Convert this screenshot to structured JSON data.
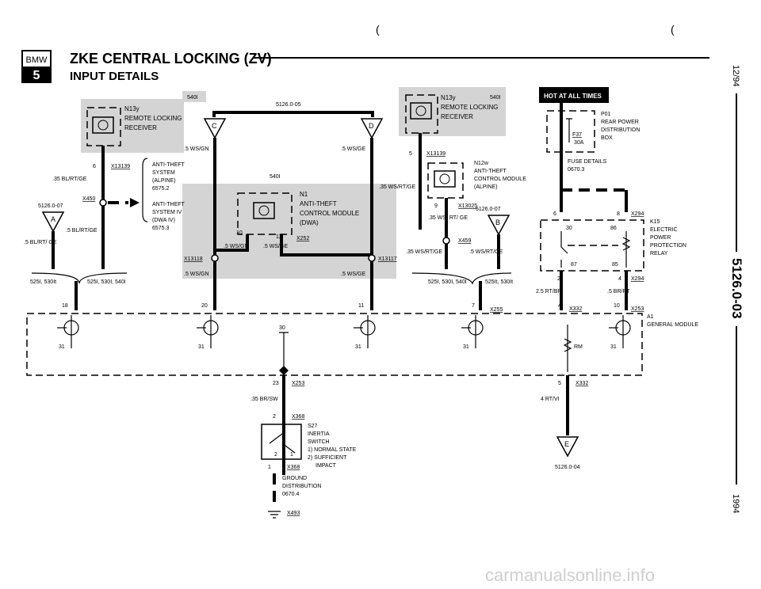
{
  "header": {
    "badge_top": "BMW",
    "badge_bottom": "5",
    "title": "ZKE CENTRAL LOCKING (ZV)",
    "subtitle": "INPUT DETAILS"
  },
  "margin": {
    "date": "12/94",
    "section": "5126.0-03",
    "year": "1994"
  },
  "watermark": "carmanualsonline.info",
  "hot_label": "HOT AT ALL TIMES",
  "modules": {
    "n13y_left": [
      "N13y",
      "REMOTE LOCKING",
      "RECEIVER"
    ],
    "n13y_right": [
      "N13y",
      "REMOTE LOCKING",
      "RECEIVER"
    ],
    "n1": [
      "N1",
      "ANTI-THEFT",
      "CONTROL MODULE",
      "(DWA)"
    ],
    "n12w": [
      "N12w",
      "ANTI-THEFT",
      "CONTROL MODULE",
      "(ALPINE)"
    ],
    "p01": [
      "P01",
      "REAR POWER",
      "DISTRIBUTION",
      "BOX"
    ],
    "f37": [
      "F37",
      "30A"
    ],
    "fuse": [
      "FUSE DETAILS",
      "0670.3"
    ],
    "k15": [
      "K15",
      "ELECTRIC",
      "POWER",
      "PROTECTION",
      "RELAY"
    ],
    "a1": [
      "A1",
      "GENERAL MODULE"
    ],
    "s27": [
      "S27",
      "INERTIA",
      "SWITCH",
      "1) NORMAL STATE",
      "2) SUFFICIENT",
      "IMPACT"
    ],
    "ground": [
      "GROUND",
      "DISTRIBUTION",
      "0670.4"
    ],
    "antitheft_alpine": [
      "ANTI-THEFT",
      "SYSTEM",
      "(ALPINE)",
      "6575.2"
    ],
    "antitheft_iv": [
      "ANTI-THEFT",
      "SYSTEM IV",
      "(DWA IV)",
      "6575.3"
    ]
  },
  "labels": {
    "l540i_1": "540I",
    "l540i_2": "540I",
    "l540i_3": "540I",
    "ref_top": "5126.0-05",
    "ref_left": "5126.0-07",
    "ref_right": "5126.0-07",
    "ref_bottom": "5126.0-04",
    "conn_c": "C",
    "conn_d": "D",
    "conn_a": "A",
    "conn_b": "B",
    "conn_e": "E",
    "x13139_a": "X13139",
    "x13139_b": "X13139",
    "x450": "X450",
    "x252": "X252",
    "x13118": "X13118",
    "x13117": "X13117",
    "x13025": "X13025",
    "x459": "X459",
    "x255": "X255",
    "x294_a": "X294",
    "x294_b": "X294",
    "x332_a": "X332",
    "x332_b": "X332",
    "x253_a": "X253",
    "x253_b": "X253",
    "x368_a": "X368",
    "x368_b": "X368",
    "x493": "X493",
    "p6": "6",
    "p9": "9",
    "p10": "10",
    "p12": "12",
    "p5": "5",
    "p18": "18",
    "p20": "20",
    "p11": "11",
    "p7": "7",
    "p4": "4",
    "p10b": "10",
    "p23": "23",
    "p2": "2",
    "p1": "1",
    "p5b": "5",
    "p6b": "6",
    "p8": "8",
    "p2b": "2",
    "p4b": "4",
    "p30": "30",
    "p87": "87",
    "p85": "85",
    "p86": "86",
    "p30sym": "30",
    "g31a": "31",
    "g31b": "31",
    "g31c": "31",
    "g31d": "31",
    "g31e": "31",
    "rm": "RM",
    "w1": ".35 BL/RT/GE",
    "w2": ".5 BL/RT/GE",
    "w3": ".5 BL/RT/ GE",
    "w4": ".5 WS/GN",
    "w5": ".5 WS/GE",
    "w6": ".5 WS/GN",
    "w7": ".5 WS/GE",
    "w8": ".5 WS/GN",
    "w9": ".5 WS/GE",
    "w10": ".35 WS/RT/GE",
    "w11": ".35 WS/ RT/ GE",
    "w12": ".35 WS/RT/GE",
    "w13": ".5 WS/RT/GE",
    "w14": "2.5 RT/BR",
    "w15": ".5 BR/RT",
    "w16": ".35 BR/SW",
    "w17": "4 RT/VI",
    "v1": "525I, 530It",
    "v2": "525I, 530I, 540I",
    "v3": "525I, 530I, 540I",
    "v4": "525It, 530It",
    "mark_top1": "(",
    "mark_top2": "("
  }
}
